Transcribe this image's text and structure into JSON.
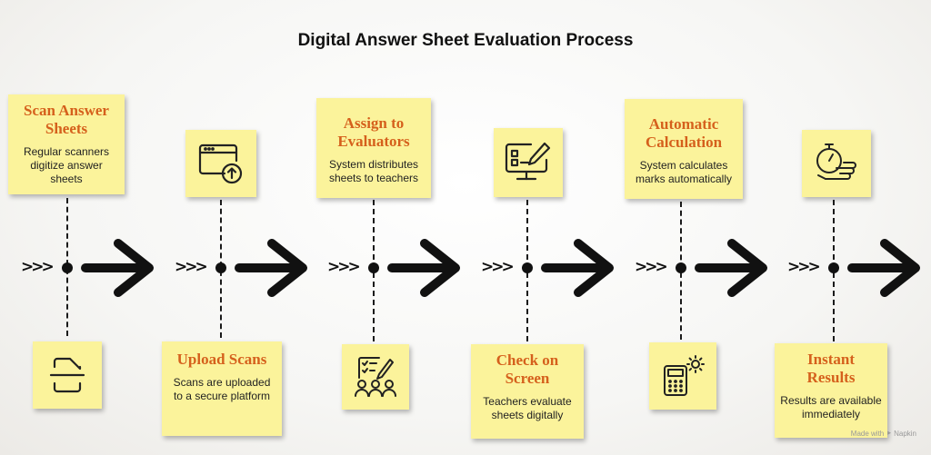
{
  "title": "Digital Answer Sheet Evaluation Process",
  "steps": [
    {
      "title": "Scan Answer Sheets",
      "desc": "Regular scanners digitize answer sheets",
      "icon": "scan-icon"
    },
    {
      "title": "Upload Scans",
      "desc": "Scans are uploaded to a secure platform",
      "icon": "upload-window-icon"
    },
    {
      "title": "Assign to Evaluators",
      "desc": "System distributes sheets to teachers",
      "icon": "team-checklist-icon"
    },
    {
      "title": "Check on Screen",
      "desc": "Teachers evaluate sheets digitally",
      "icon": "screen-edit-icon"
    },
    {
      "title": "Automatic Calculation",
      "desc": "System calculates marks automatically",
      "icon": "calculator-gear-icon"
    },
    {
      "title": "Instant Results",
      "desc": "Results are available immediately",
      "icon": "stopwatch-hand-icon"
    }
  ],
  "chevrons": ">>>",
  "watermark": "Made with ⯈ Napkin",
  "colors": {
    "note": "#fbf39b",
    "heading": "#d5601c",
    "ink": "#111111"
  }
}
